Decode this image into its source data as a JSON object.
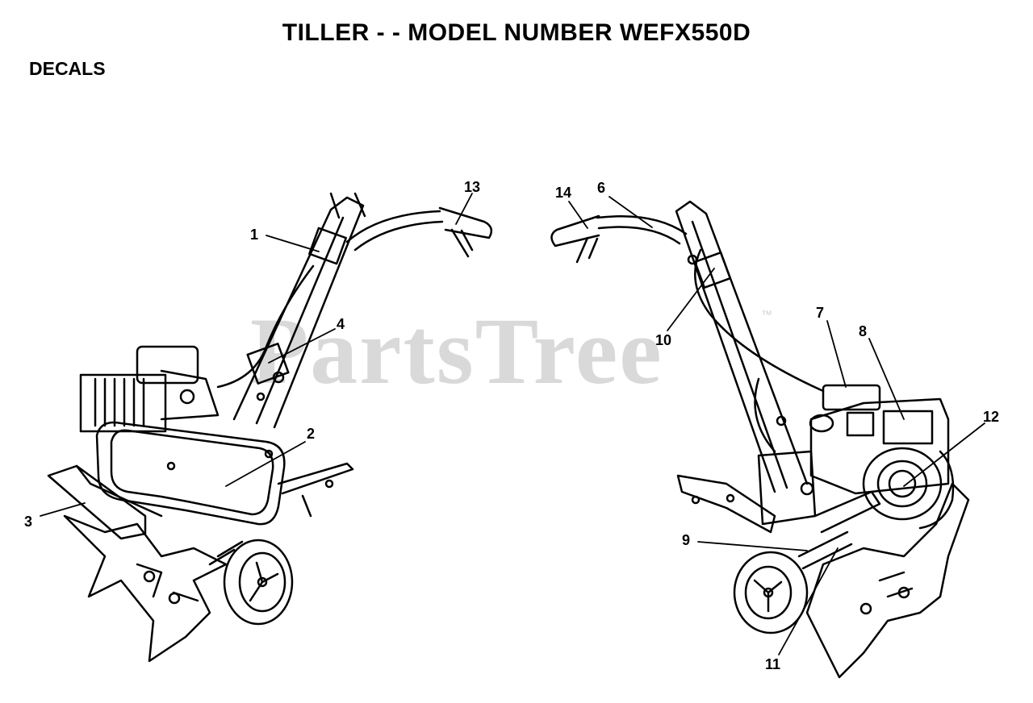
{
  "title": "TILLER - - MODEL NUMBER WEFX550D",
  "section": "DECALS",
  "watermark": "PartsTree",
  "watermark_tm": "™",
  "callouts": [
    "1",
    "2",
    "3",
    "4",
    "6",
    "7",
    "8",
    "9",
    "10",
    "11",
    "12",
    "13",
    "14"
  ]
}
